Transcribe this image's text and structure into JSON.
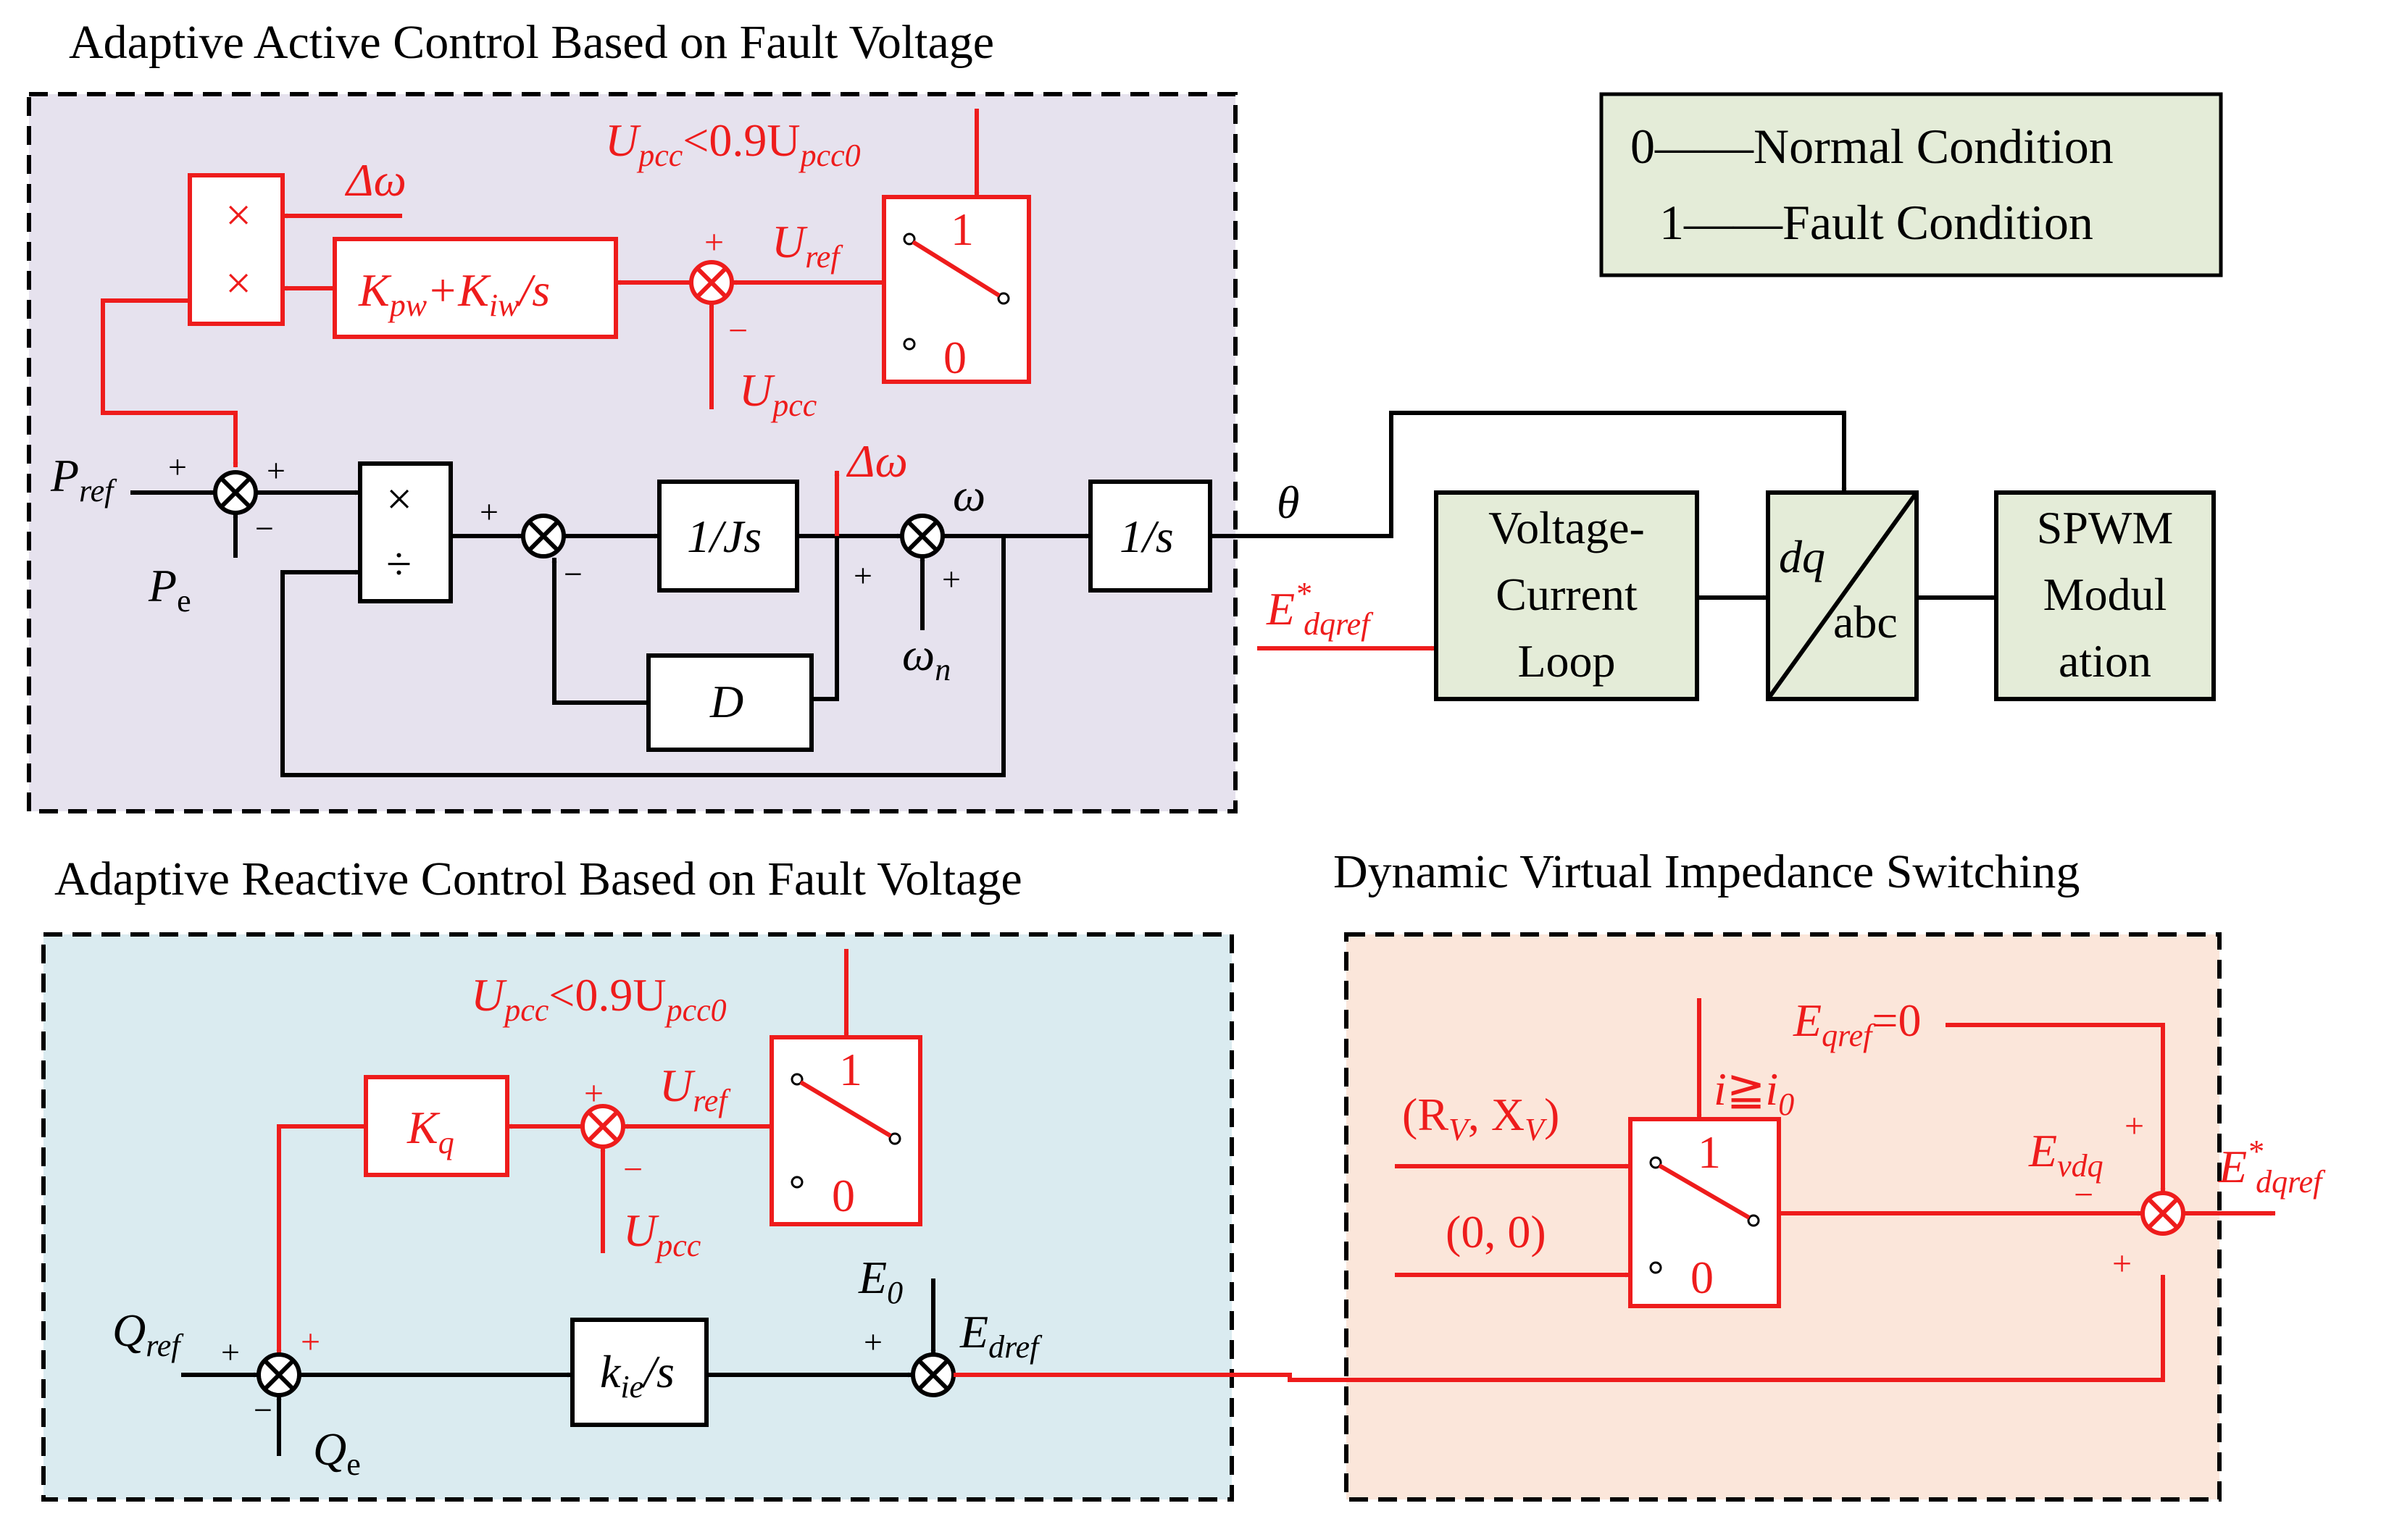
{
  "titles": {
    "active": "Adaptive Active Control Based on Fault Voltage",
    "reactive": "Adaptive Reactive Control Based on Fault Voltage",
    "impedance": "Dynamic Virtual Impedance Switching"
  },
  "legend": {
    "line0": "0——Normal Condition",
    "line1": "1——Fault Condition"
  },
  "colors": {
    "signal_red": "#ee1c1c",
    "active_bg": "#e6e2ee",
    "reactive_bg": "#daebf0",
    "impedance_bg": "#fbe6da",
    "block_green": "#e4ecd8"
  },
  "active": {
    "cond_U": "U",
    "cond_pcc": "pcc",
    "cond_mid": "<0.9U",
    "cond_pcc0": "pcc0",
    "delta_omega": "Δω",
    "mult1": "×",
    "mult2": "×",
    "kpw_K1": "K",
    "kpw_pw": "pw",
    "kpw_plus": "+K",
    "kpw_iw": "iw",
    "kpw_s": "/s",
    "uref_U": "U",
    "uref_sub": "ref",
    "upcc_U": "U",
    "upcc_sub": "pcc",
    "switch_1": "1",
    "switch_0": "0",
    "pref_P": "P",
    "pref_sub": "ref",
    "pe_P": "P",
    "pe_sub": "e",
    "muldiv_top": "×",
    "muldiv_bot": "÷",
    "inertia": "1/Js",
    "damping": "D",
    "omega": "ω",
    "omega_n": "ω",
    "omega_n_sub": "n",
    "integrator": "1/s",
    "theta": "θ",
    "plus": "+",
    "minus": "−"
  },
  "main_chain": {
    "edq_E": "E",
    "edq_star": "*",
    "edq_sub": "dqref",
    "vc_line1": "Voltage-",
    "vc_line2": "Current",
    "vc_line3": "Loop",
    "dq_top": "dq",
    "dq_bottom": "abc",
    "spwm_line1": "SPWM",
    "spwm_line2": "Modul",
    "spwm_line3": "ation"
  },
  "reactive": {
    "cond_U": "U",
    "cond_pcc": "pcc",
    "cond_mid": "<0.9U",
    "cond_pcc0": "pcc0",
    "kq_K": "K",
    "kq_sub": "q",
    "uref_U": "U",
    "uref_sub": "ref",
    "upcc_U": "U",
    "upcc_sub": "pcc",
    "switch_1": "1",
    "switch_0": "0",
    "qref_Q": "Q",
    "qref_sub": "ref",
    "qe_Q": "Q",
    "qe_sub": "e",
    "kie_k": "k",
    "kie_sub": "ie",
    "kie_s": "/s",
    "e0_E": "E",
    "e0_sub": "0",
    "edref_E": "E",
    "edref_sub": "dref",
    "plus": "+",
    "minus": "−"
  },
  "impedance": {
    "rv_open": "(R",
    "rv_sub": "V",
    "rv_mid": ", X",
    "xv_sub": "V",
    "rv_close": ")",
    "zero_pair": "(0, 0)",
    "cond_i": "i",
    "cond_ge": "≧",
    "cond_i0": "i",
    "cond_i0_sub": "0",
    "switch_1": "1",
    "switch_0": "0",
    "eq_E": "E",
    "eq_sub": "qref",
    "eq_val": "=0",
    "evdq_E": "E",
    "evdq_sub": "vdq",
    "out_E": "E",
    "out_star": "*",
    "out_sub": "dqref",
    "plus": "+",
    "minus": "−"
  }
}
